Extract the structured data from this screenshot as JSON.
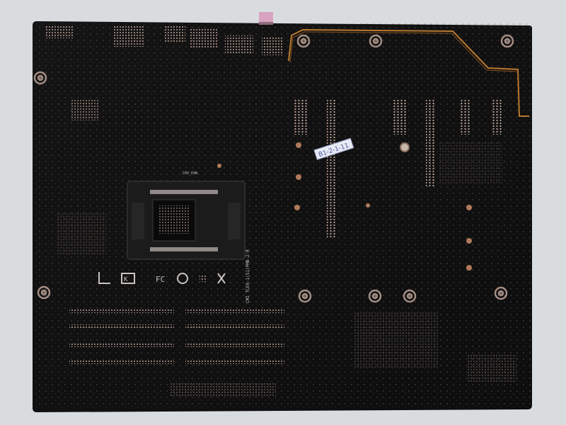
{
  "board": {
    "silkscreen": {
      "cpu_label": "CPU_FAN",
      "code_label": "CMI TCE9-1(S1)PMB-2-R",
      "sticker_text": "B1-2-1-11"
    },
    "icons": [
      "compliance-mark-icon",
      "ce-mark-icon",
      "fc-mark-icon",
      "weee-bin-icon",
      "recycle-icon"
    ]
  }
}
